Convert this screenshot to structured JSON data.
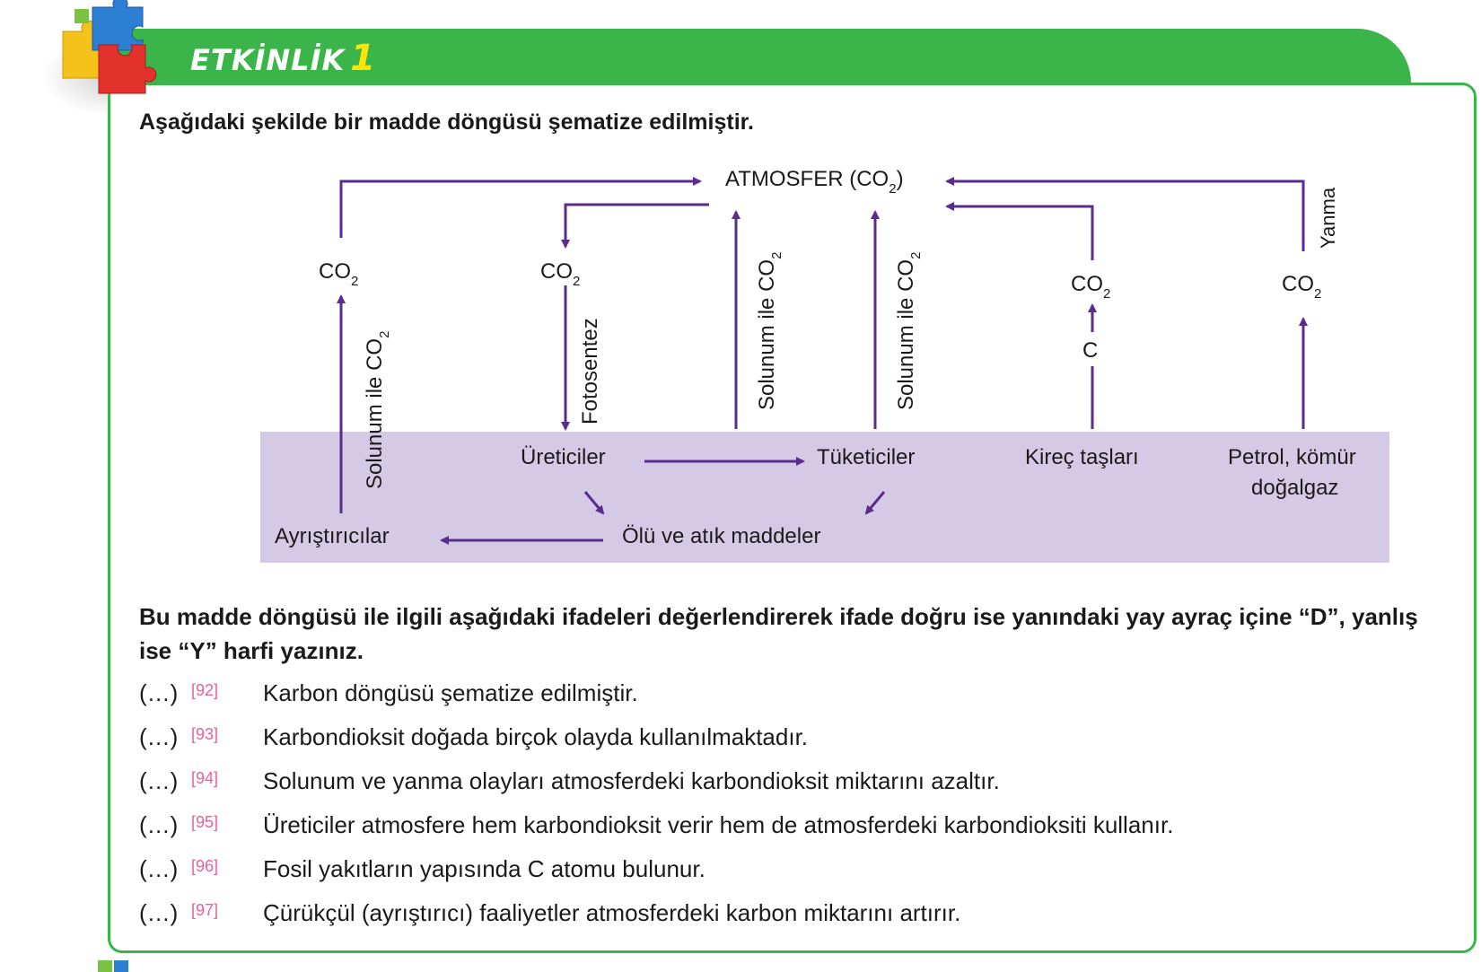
{
  "header": {
    "title": "ETKİNLİK",
    "number": "1"
  },
  "intro": "Aşağıdaki şekilde bir madde döngüsü şematize edilmiştir.",
  "diagram": {
    "top": "ATMOSFER (CO",
    "top_sub": "2",
    "top_end": ")",
    "co2": "CO",
    "sub2": "2",
    "solunum": "Solunum ile CO",
    "fotosentez": "Fotosentez",
    "yanma": "Yanma",
    "carbon": "C",
    "ureticiler": "Üreticiler",
    "tuketiciler": "Tüketiciler",
    "kirec": "Kireç taşları",
    "petrol_line1": "Petrol, kömür",
    "petrol_line2": "doğalgaz",
    "ayristiricilar": "Ayrıştırıcılar",
    "olu": "Ölü ve atık maddeler"
  },
  "question": "Bu madde döngüsü ile ilgili aşağıdaki ifadeleri değerlendirerek ifade doğru ise yanındaki yay ayraç içine “D”, yanlış ise “Y” harfi yazınız.",
  "statements": [
    {
      "paren": "(…)",
      "num": "[92]",
      "text": "Karbon döngüsü şematize edilmiştir."
    },
    {
      "paren": "(…)",
      "num": "[93]",
      "text": "Karbondioksit doğada birçok olayda kullanılmaktadır."
    },
    {
      "paren": "(…)",
      "num": "[94]",
      "text": "Solunum ve yanma olayları atmosferdeki karbondioksit miktarını azaltır."
    },
    {
      "paren": "(…)",
      "num": "[95]",
      "text": "Üreticiler atmosfere hem karbondioksit verir hem de atmosferdeki karbondioksiti kullanır."
    },
    {
      "paren": "(…)",
      "num": "[96]",
      "text": "Fosil yakıtların yapısında C atomu bulunur."
    },
    {
      "paren": "(…)",
      "num": "[97]",
      "text": "Çürükçül (ayrıştırıcı) faaliyetler atmosferdeki karbon miktarını artırır."
    }
  ],
  "colors": {
    "green": "#3bb54a",
    "purple": "#5b2c8e",
    "panel": "#d5cae6",
    "pink": "#e8629a"
  }
}
